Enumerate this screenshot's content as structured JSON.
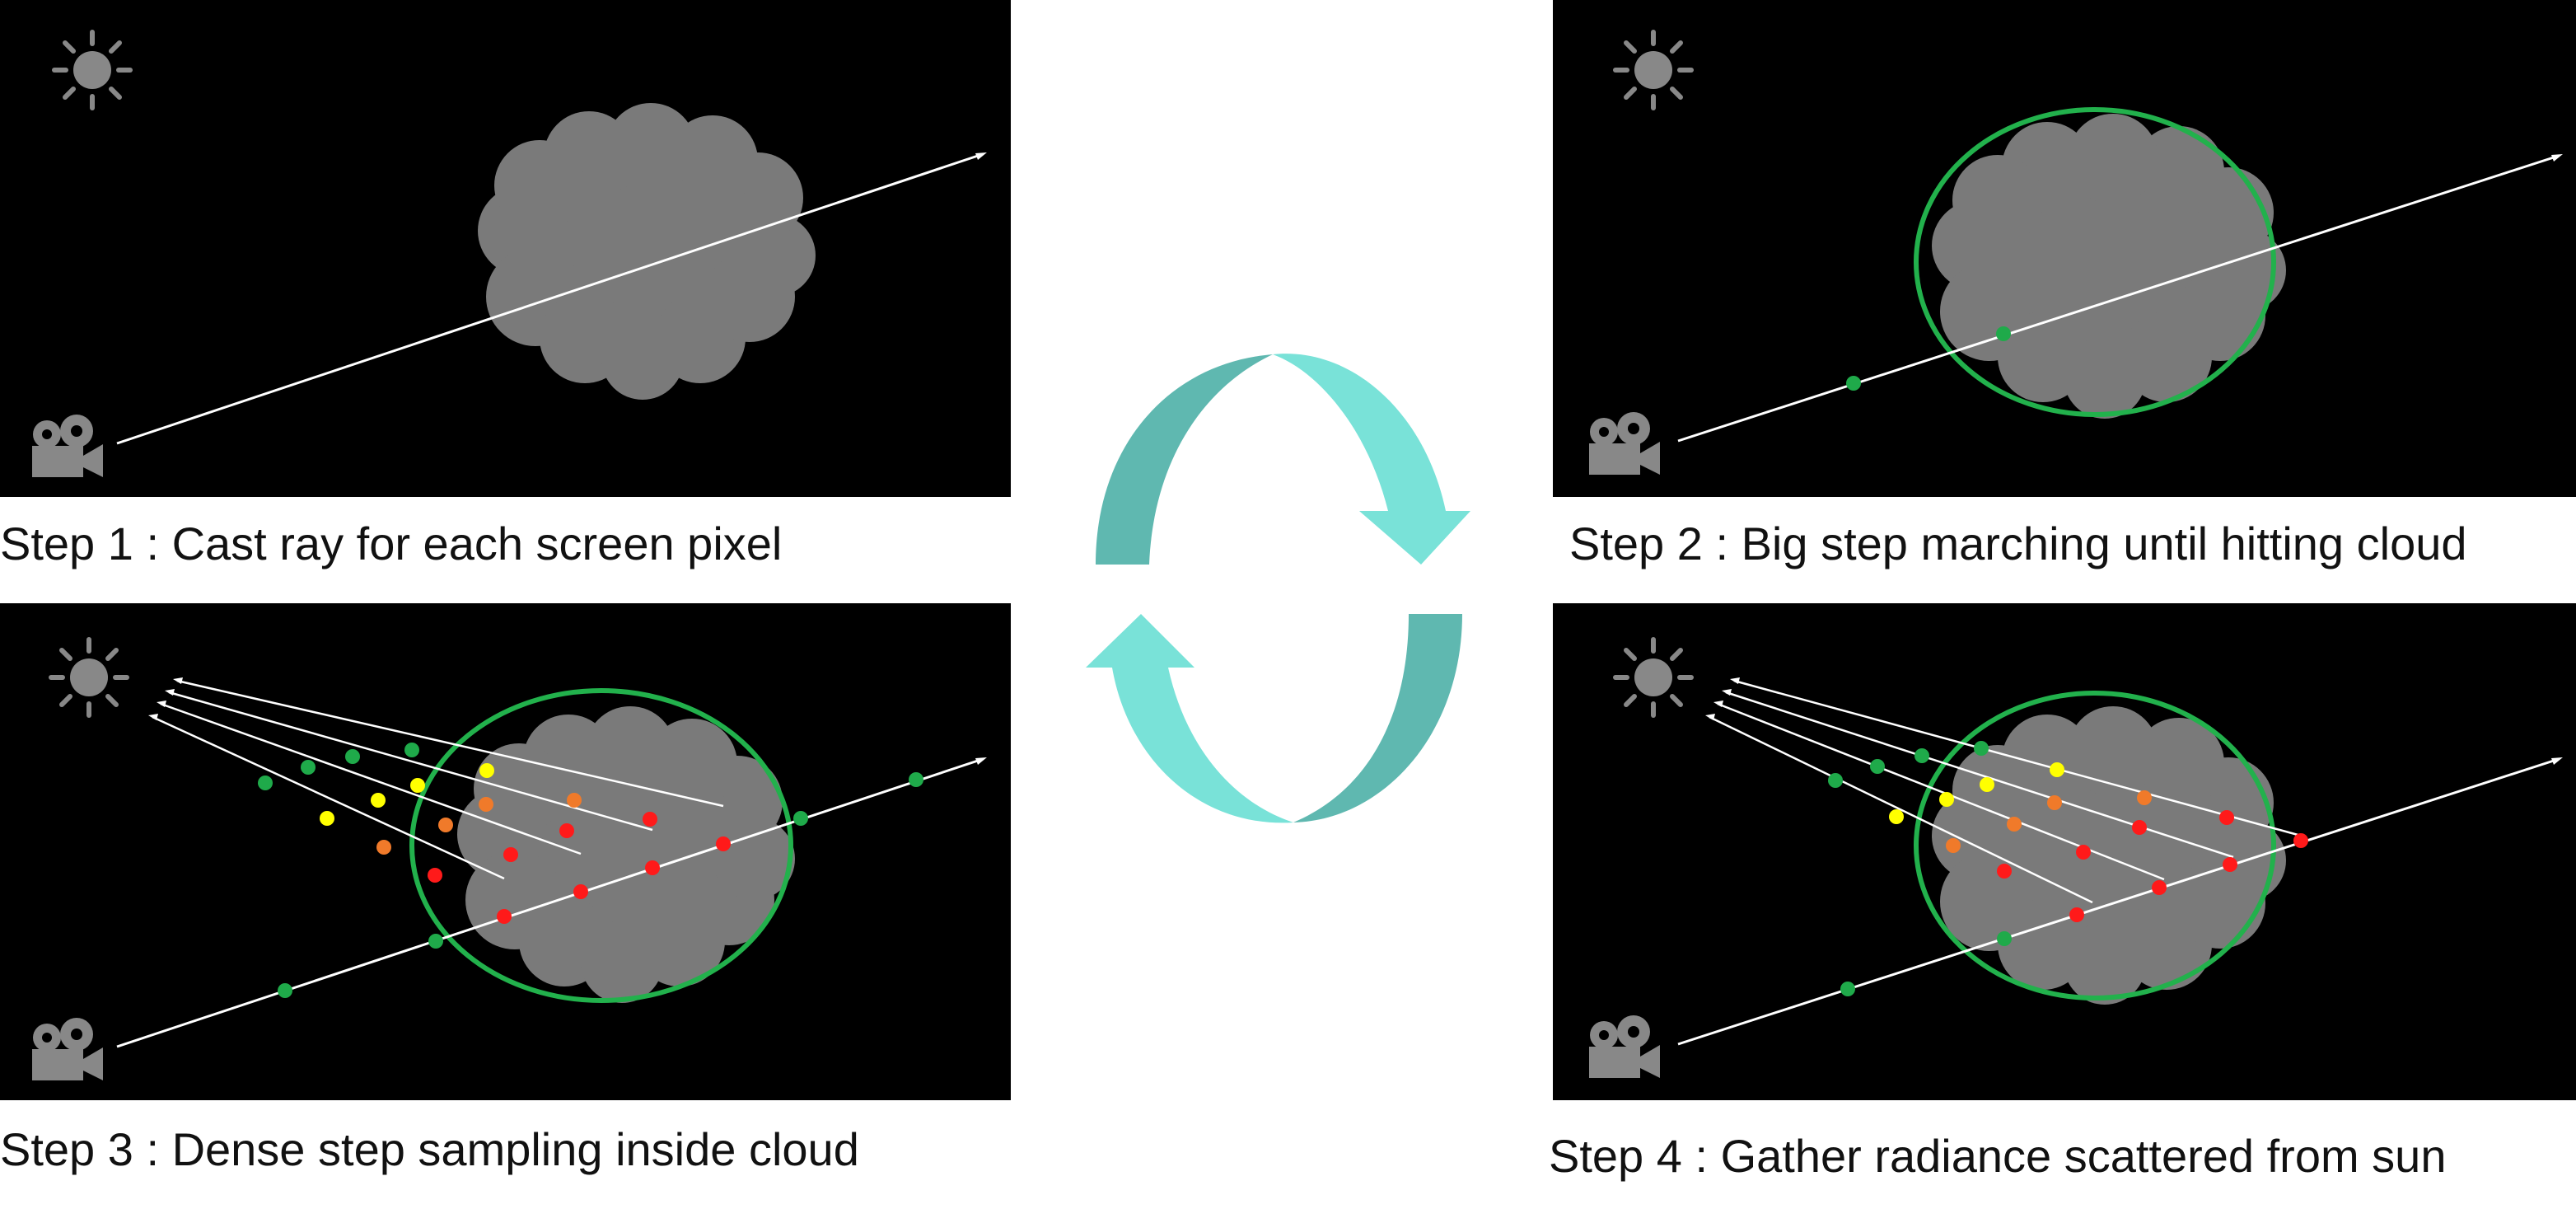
{
  "steps": [
    {
      "label": "Step 1 : Cast ray for each screen pixel"
    },
    {
      "label": "Step 2 : Big step marching until hitting cloud"
    },
    {
      "label": "Step 3 : Dense step sampling inside cloud"
    },
    {
      "label": "Step 4 : Gather radiance scattered from sun"
    }
  ],
  "colors": {
    "background": "#000000",
    "cloud": "#7a7a7a",
    "ray": "#ffffff",
    "bounding_ellipse": "#22b14c",
    "sample_green": "#1faa4a",
    "sample_yellow": "#ffff00",
    "sample_orange": "#f07a2a",
    "sample_red": "#ff1a1a",
    "cycle_arrow_dark": "#5fb8b0",
    "cycle_arrow_light": "#79e2d8",
    "icons": "#888888"
  },
  "icons": [
    "sun-icon",
    "camera-icon"
  ]
}
